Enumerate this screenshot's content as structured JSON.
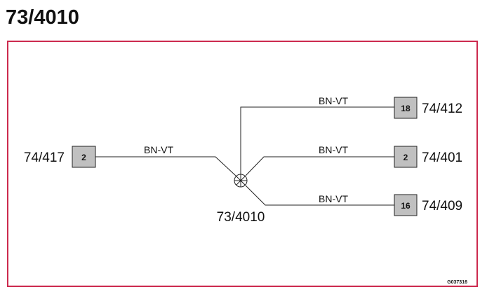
{
  "title": "73/4010",
  "splice": {
    "label": "73/4010"
  },
  "connectors": [
    {
      "ref": "74/417",
      "pin": "2"
    },
    {
      "ref": "74/412",
      "pin": "18"
    },
    {
      "ref": "74/401",
      "pin": "2"
    },
    {
      "ref": "74/409",
      "pin": "16"
    }
  ],
  "wires": [
    {
      "color_code": "BN-VT"
    },
    {
      "color_code": "BN-VT"
    },
    {
      "color_code": "BN-VT"
    },
    {
      "color_code": "BN-VT"
    }
  ],
  "figure_code": "G037316",
  "colors": {
    "frame": "#cc2a4e",
    "box_fill": "#c0c0c0",
    "line": "#222222"
  }
}
